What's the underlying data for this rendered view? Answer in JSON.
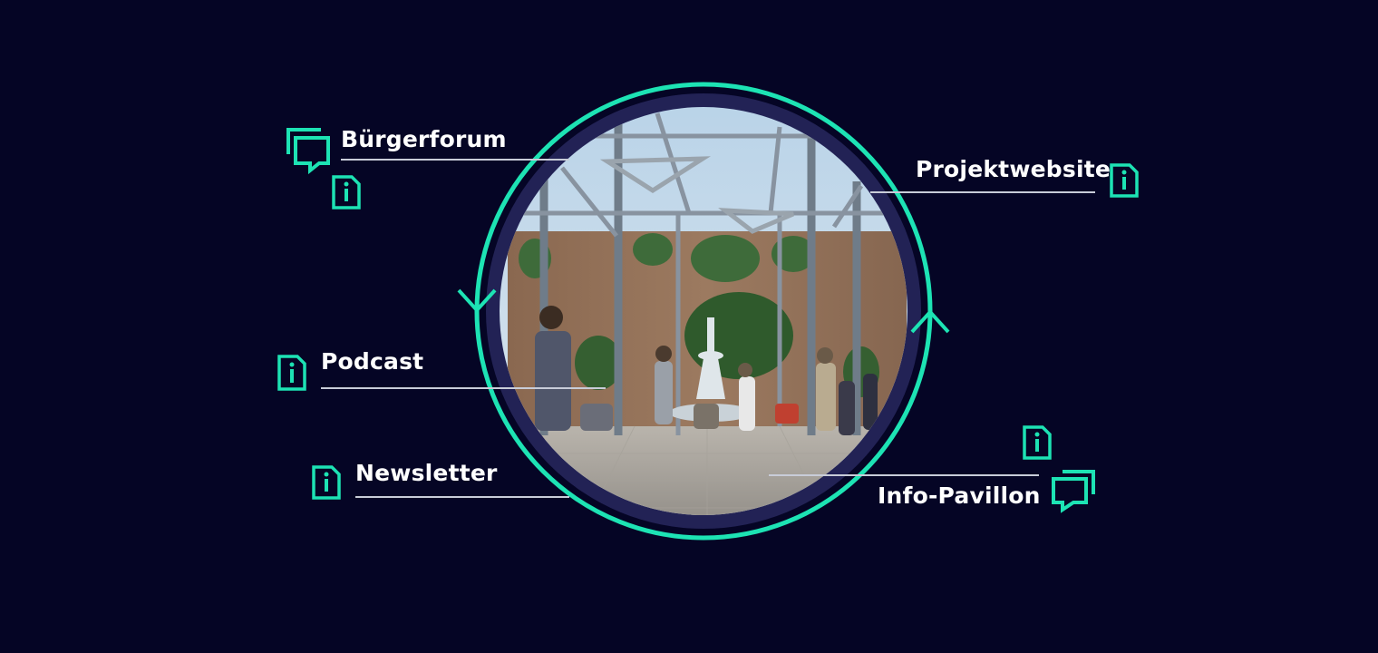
{
  "colors": {
    "background": "#050525",
    "accent": "#1de3b4",
    "ring_inner": "#222255",
    "line": "#c8ccd8",
    "label": "#ffffff"
  },
  "center_image": {
    "description_icon": "atrium-scene"
  },
  "channels": [
    {
      "id": "buergerforum",
      "label": "Bürgerforum",
      "icons": [
        "chat-icon",
        "info-doc-icon"
      ]
    },
    {
      "id": "projektwebsite",
      "label": "Projektwebsite",
      "icons": [
        "info-doc-icon"
      ]
    },
    {
      "id": "podcast",
      "label": "Podcast",
      "icons": [
        "info-doc-icon"
      ]
    },
    {
      "id": "newsletter",
      "label": "Newsletter",
      "icons": [
        "info-doc-icon"
      ]
    },
    {
      "id": "info-pavillon",
      "label": "Info-Pavillon",
      "icons": [
        "info-doc-icon",
        "chat-icon"
      ]
    }
  ],
  "cycle_arrows": [
    "arrow-down-icon",
    "arrow-up-icon"
  ]
}
